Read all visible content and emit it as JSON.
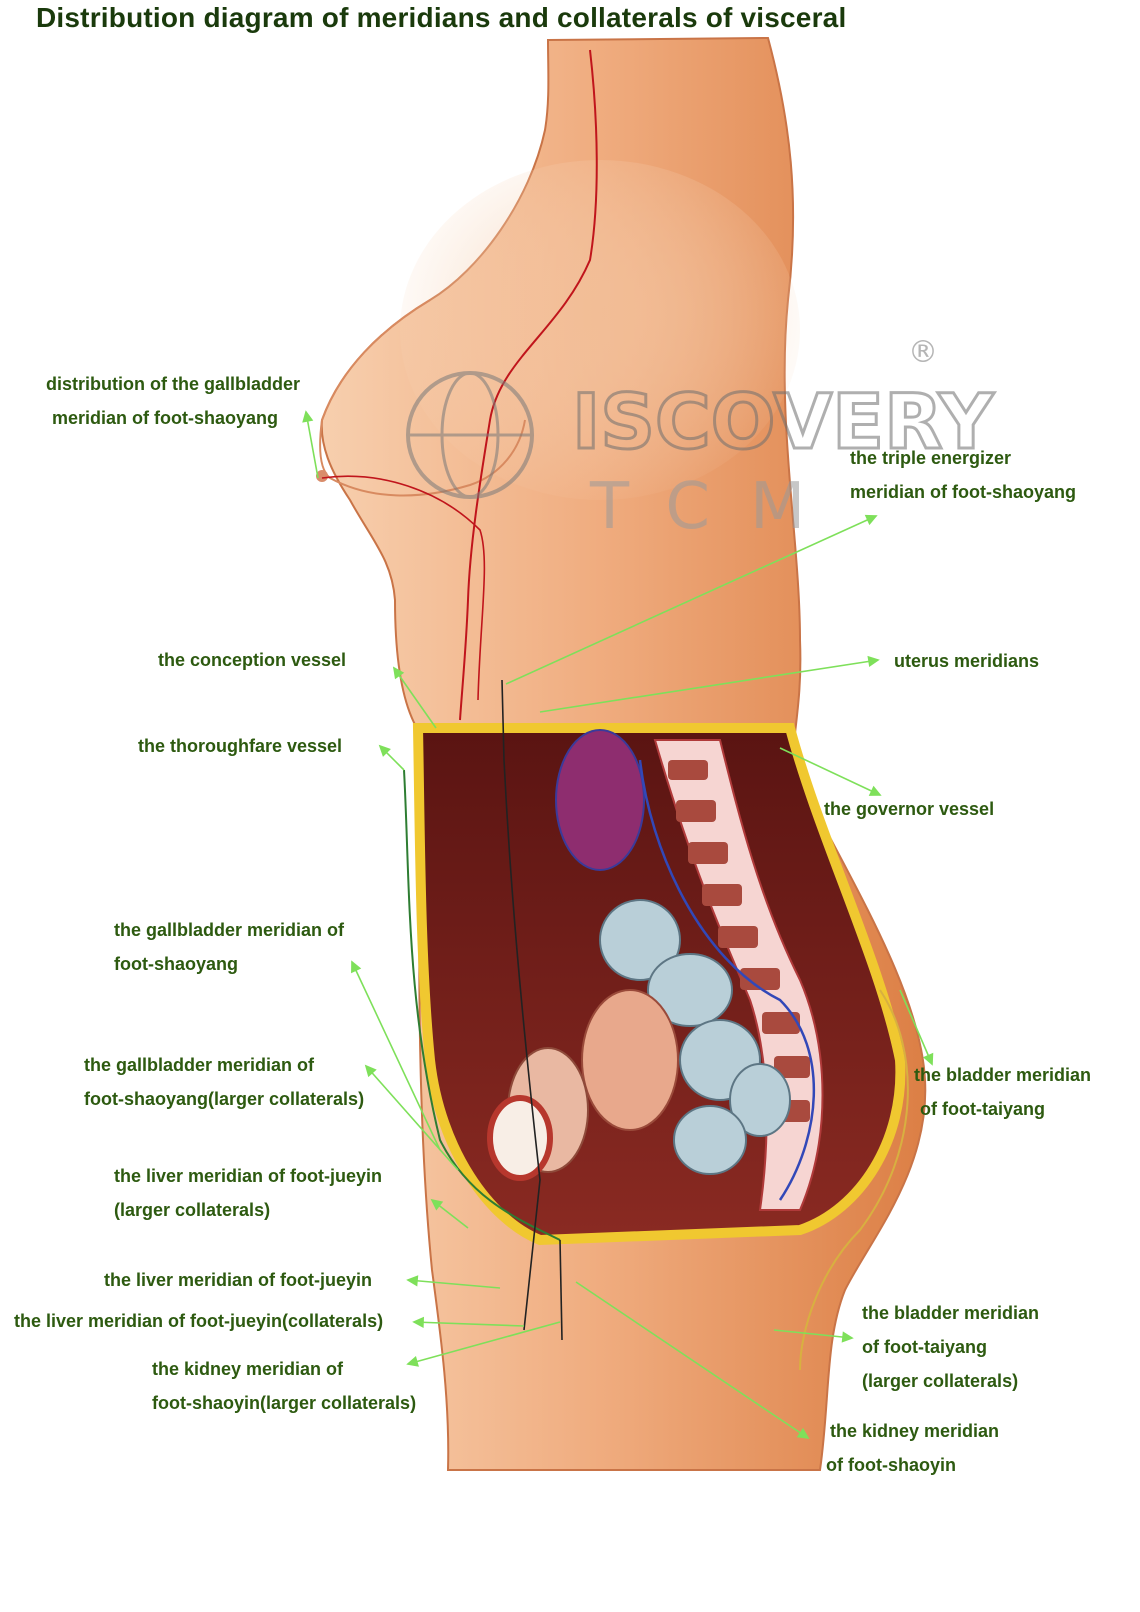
{
  "title": "Distribution diagram of meridians and collaterals of visceral",
  "colors": {
    "label_text": "#2d5a10",
    "title_text": "#1a3a0c",
    "pointer_line": "#7ee05a",
    "meridian_red": "#c0151c",
    "skin": "#e58d5a"
  },
  "watermark": {
    "brand": "ISCOVERY",
    "sub": "TCM",
    "mark": "®"
  },
  "labels": {
    "gb_distribution": [
      "distribution of the gallbladder",
      "meridian of foot-shaoyang"
    ],
    "triple_energizer": [
      "the triple energizer",
      "meridian of foot-shaoyang"
    ],
    "conception_vessel": [
      "the conception vessel"
    ],
    "uterus_meridians": [
      "uterus meridians"
    ],
    "thoroughfare_vessel": [
      "the thoroughfare vessel"
    ],
    "governor_vessel": [
      "the governor vessel"
    ],
    "gb_meridian": [
      "the gallbladder meridian of",
      "foot-shaoyang"
    ],
    "gb_larger": [
      "the gallbladder meridian of",
      "foot-shaoyang(larger collaterals)"
    ],
    "bladder_meridian": [
      "the bladder meridian",
      "of foot-taiyang"
    ],
    "liver_larger": [
      "the liver meridian of foot-jueyin",
      "(larger collaterals)"
    ],
    "liver_meridian": [
      "the liver meridian of foot-jueyin"
    ],
    "liver_collaterals": [
      "the liver meridian of foot-jueyin(collaterals)"
    ],
    "kidney_larger": [
      "the kidney meridian of",
      "foot-shaoyin(larger collaterals)"
    ],
    "bladder_larger": [
      "the bladder meridian",
      "of foot-taiyang",
      "(larger collaterals)"
    ],
    "kidney_meridian": [
      "the kidney meridian",
      "of foot-shaoyin"
    ]
  }
}
